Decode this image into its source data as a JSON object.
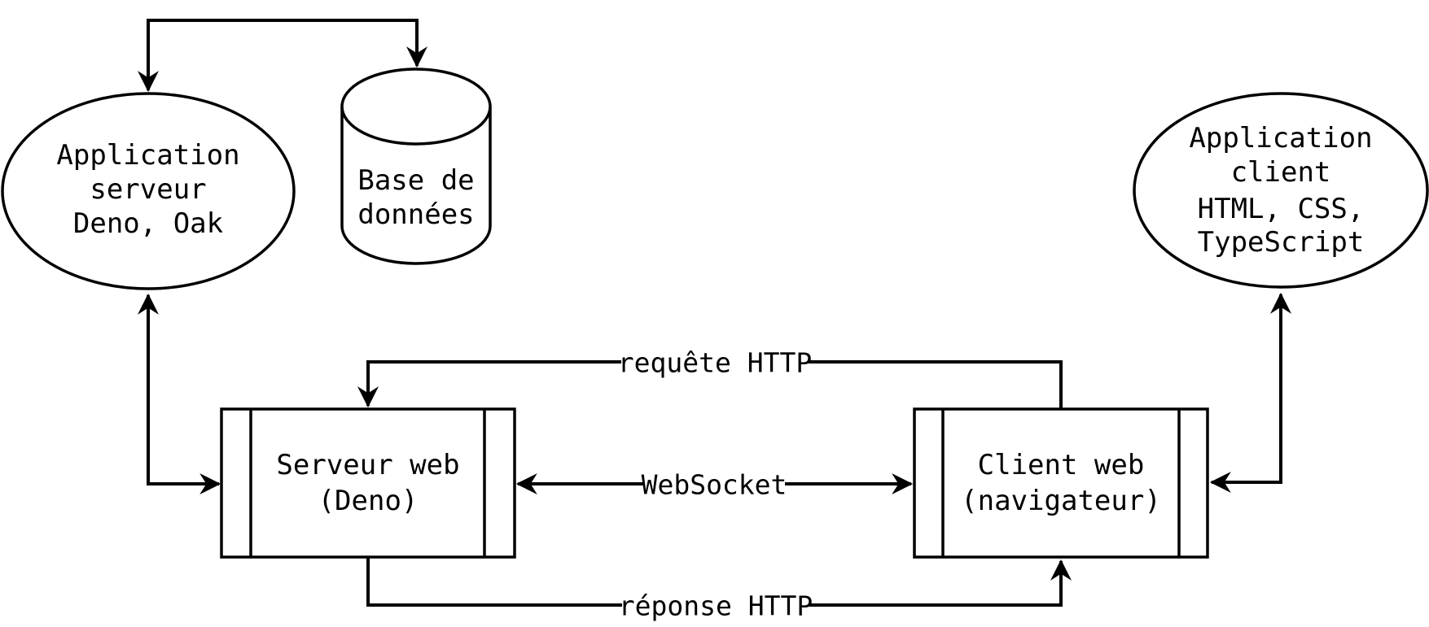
{
  "diagram": {
    "colors": {
      "background": "#ffffff",
      "stroke": "#000000",
      "text": "#000000"
    },
    "nodes": {
      "app_serveur": {
        "shape": "ellipse",
        "lines": [
          "Application",
          "serveur",
          "Deno, Oak"
        ]
      },
      "base_de_donnees": {
        "shape": "cylinder",
        "lines": [
          "Base de",
          "données"
        ]
      },
      "app_client": {
        "shape": "ellipse",
        "lines": [
          "Application",
          "client",
          "HTML, CSS,",
          "TypeScript"
        ]
      },
      "serveur_web": {
        "shape": "subroutine-rect",
        "lines": [
          "Serveur web",
          "(Deno)"
        ]
      },
      "client_web": {
        "shape": "subroutine-rect",
        "lines": [
          "Client web",
          "(navigateur)"
        ]
      }
    },
    "edge_labels": {
      "requete": "requête HTTP",
      "websocket": "WebSocket",
      "reponse": "réponse HTTP"
    }
  }
}
